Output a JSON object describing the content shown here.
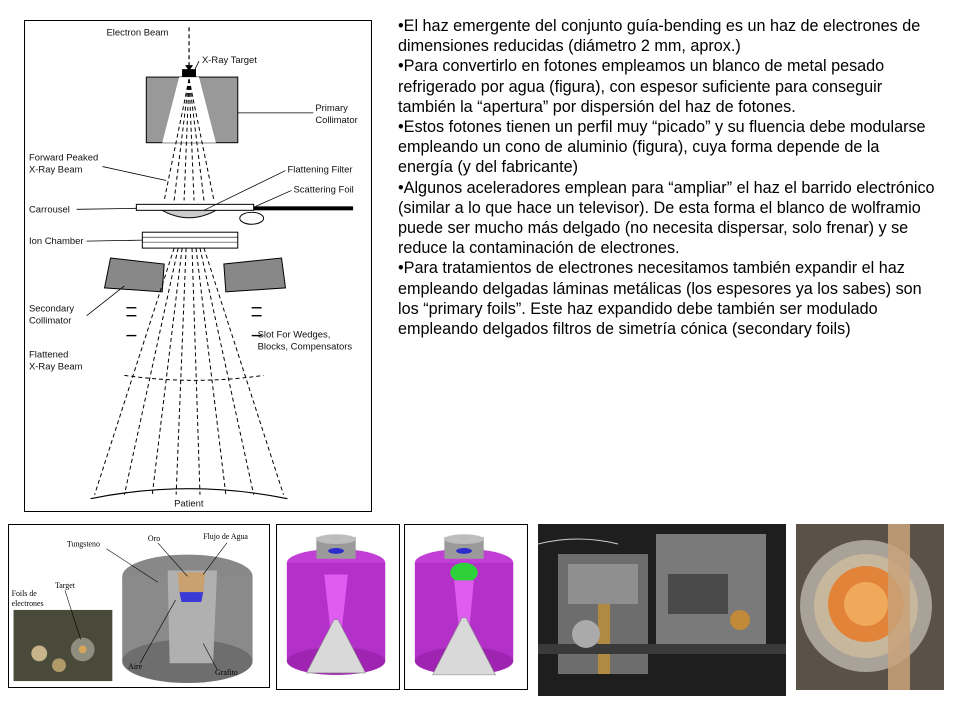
{
  "schematic": {
    "labels": {
      "electron_beam": "Electron Beam",
      "xray_target": "X-Ray Target",
      "primary_collimator_1": "Primary",
      "primary_collimator_2": "Collimator",
      "forward_peaked_1": "Forward Peaked",
      "forward_peaked_2": "X-Ray Beam",
      "flattening_filter": "Flattening Filter",
      "scattering_foil": "Scattering Foil",
      "carrousel": "Carrousel",
      "ion_chamber": "Ion Chamber",
      "secondary_collimator_1": "Secondary",
      "secondary_collimator_2": "Collimator",
      "slot_1": "Slot For Wedges,",
      "slot_2": "Blocks, Compensators",
      "flattened_1": "Flattened",
      "flattened_2": "X-Ray Beam",
      "patient": "Patient"
    }
  },
  "bullets": [
    "•El haz emergente del conjunto guía-bending es un haz de electrones de dimensiones reducidas (diámetro 2 mm, aprox.)",
    "•Para convertirlo en fotones empleamos un blanco de metal pesado refrigerado por agua (figura), con espesor suficiente para conseguir también la “apertura” por dispersión del haz de fotones.",
    "•Estos fotones tienen un perfil muy “picado” y su fluencia debe modularse empleando un cono de aluminio (figura), cuya forma depende de la energía (y del fabricante)",
    "•Algunos aceleradores emplean para “ampliar” el haz el barrido electrónico (similar a lo que hace un televisor). De esta forma el blanco de wolframio puede ser mucho más delgado (no necesita dispersar, solo frenar) y se reduce la contaminación de electrones.",
    "•Para tratamientos de electrones necesitamos también expandir el haz empleando delgadas láminas metálicas (los espesores ya los sabes) son los “primary foils”. Este haz expandido debe también ser modulado empleando delgados filtros de simetría cónica (secondary foils)"
  ],
  "target_figure": {
    "labels": {
      "oro": "Oro",
      "flujo": "Flujo de Agua",
      "tungsteno": "Tungsteno",
      "foils_1": "Foils de",
      "foils_2": "electrones",
      "target": "Target",
      "aire": "Aire",
      "grafito": "Grafito"
    }
  }
}
